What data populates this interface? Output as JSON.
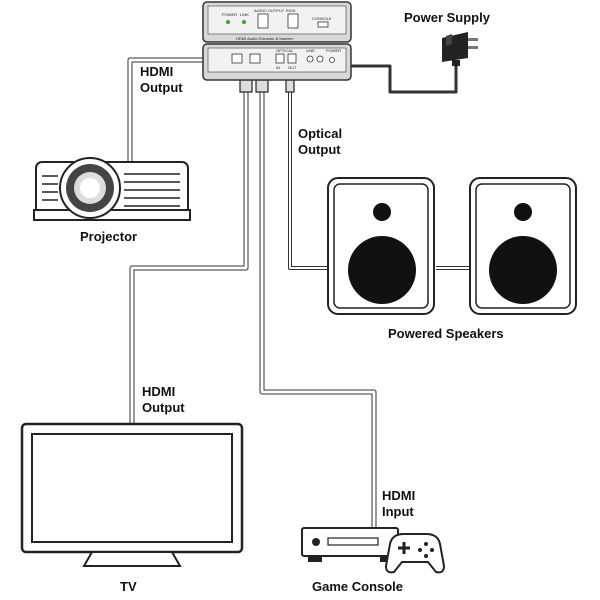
{
  "labels": {
    "power_supply": "Power Supply",
    "hdmi_output_top": [
      "HDMI",
      "Output"
    ],
    "projector": "Projector",
    "optical_output": [
      "Optical",
      "Output"
    ],
    "powered_speakers": "Powered Speakers",
    "hdmi_output_tv": [
      "HDMI",
      "Output"
    ],
    "hdmi_input": [
      "HDMI",
      "Input"
    ],
    "tv": "TV",
    "game_console": "Game Console"
  },
  "device": {
    "front_labels": [
      "POWER",
      "LINK",
      "AUDIO OUTPUT",
      "EDID",
      "CONSOLE"
    ],
    "model_text": "HDMI Audio Extractor & Inserter",
    "rear_labels": [
      "OPTICAL",
      "IN",
      "OUT",
      "LINE",
      "POWER"
    ]
  }
}
